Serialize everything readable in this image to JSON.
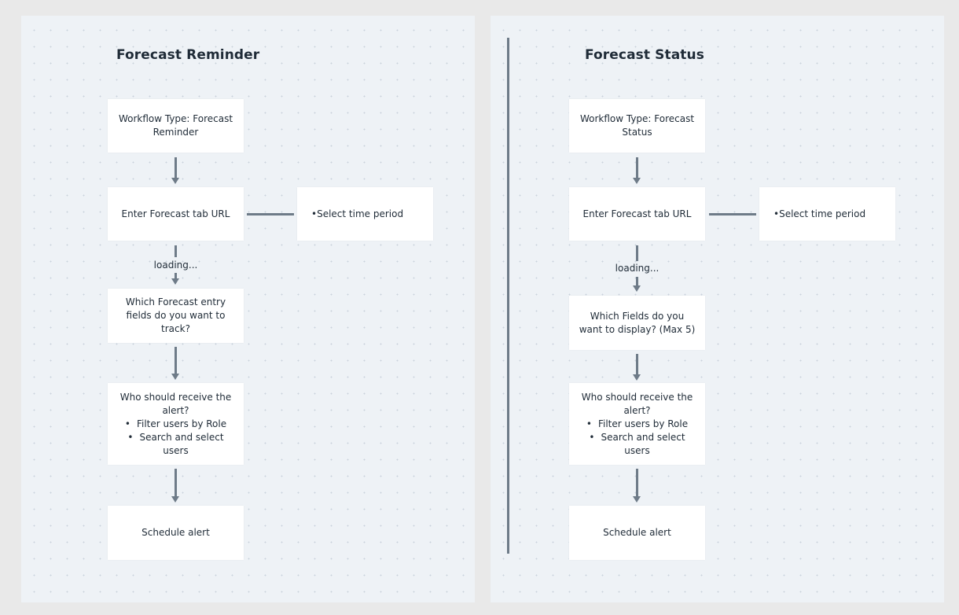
{
  "left": {
    "title": "Forecast Reminder",
    "workflow_type": "Workflow Type: Forecast Reminder",
    "enter_url": "Enter Forecast tab URL",
    "side_bullet": "Select time period",
    "loading": "loading...",
    "fields_question": "Which Forecast entry fields do you want to track?",
    "recipients": {
      "heading": "Who should receive the alert?",
      "bullets": [
        "Filter users by Role",
        "Search and select users"
      ]
    },
    "schedule": "Schedule alert"
  },
  "right": {
    "title": "Forecast Status",
    "workflow_type": "Workflow Type: Forecast Status",
    "enter_url": "Enter Forecast tab URL",
    "side_bullet": "Select time period",
    "loading": "loading...",
    "fields_question": "Which Fields do you want to display? (Max 5)",
    "recipients": {
      "heading": "Who should receive the alert?",
      "bullets": [
        "Filter users by Role",
        "Search and select users"
      ]
    },
    "schedule": "Schedule alert"
  }
}
